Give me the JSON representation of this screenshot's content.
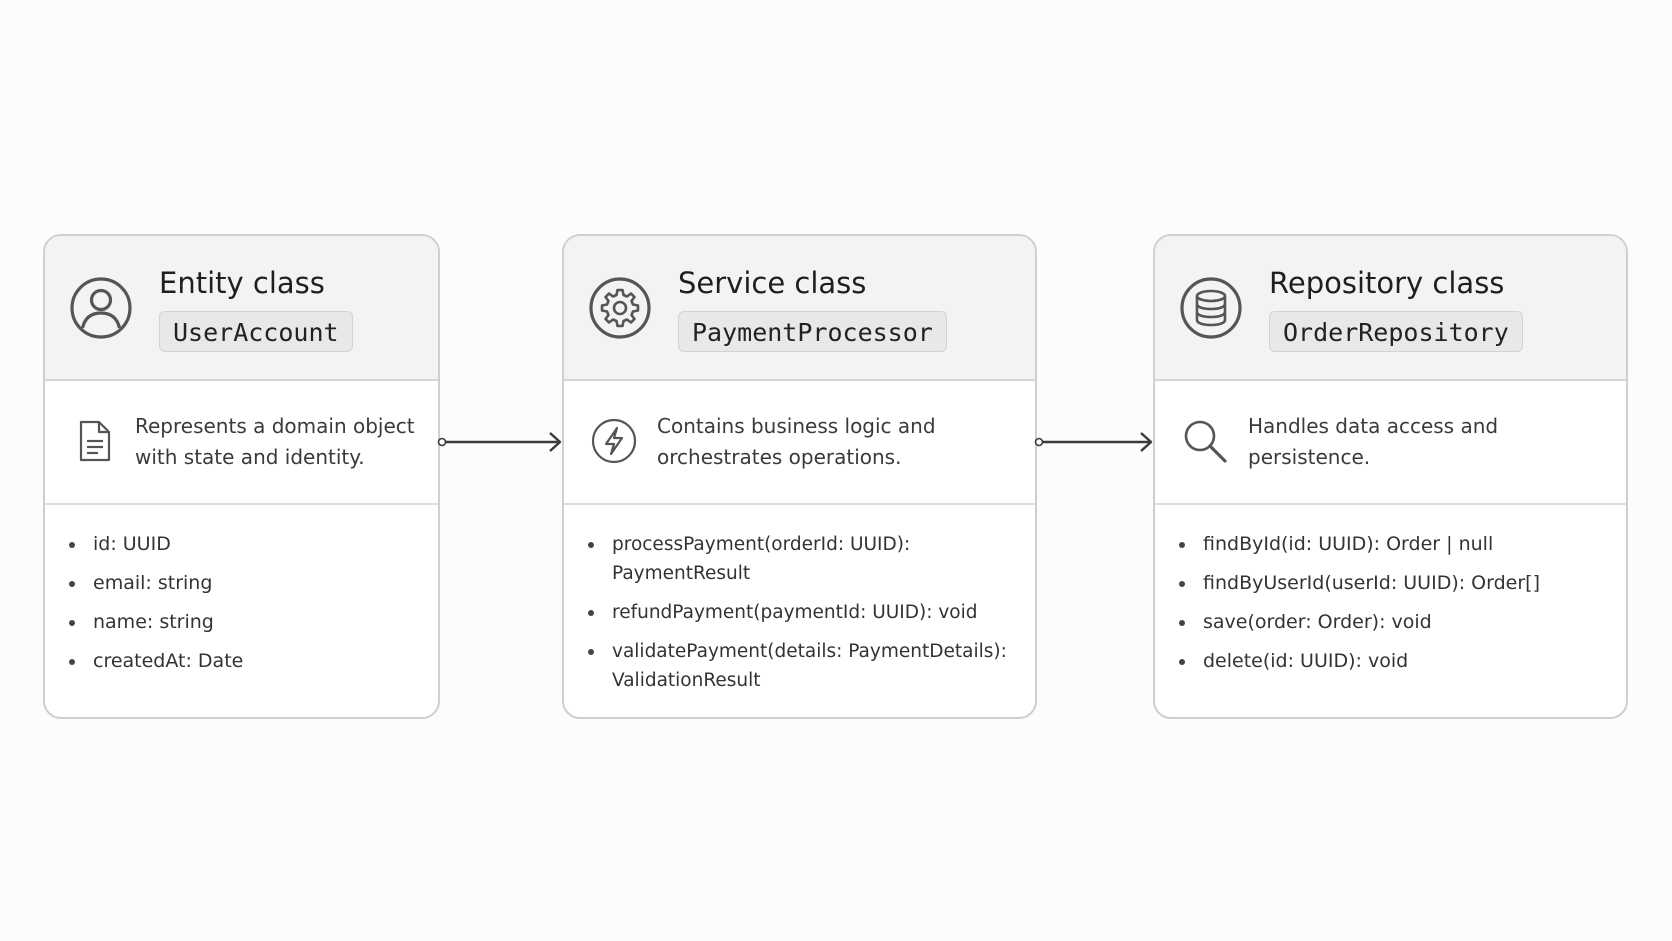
{
  "cards": [
    {
      "title": "Entity class",
      "class_name": "UserAccount",
      "header_icon": "user-icon",
      "description_icon": "document-icon",
      "description": "Represents a domain object with state and identity.",
      "members": [
        "id: UUID",
        "email: string",
        "name: string",
        "createdAt: Date"
      ]
    },
    {
      "title": "Service class",
      "class_name": "PaymentProcessor",
      "header_icon": "gear-icon",
      "description_icon": "lightning-icon",
      "description": "Contains business logic and orchestrates operations.",
      "members": [
        "processPayment(orderId: UUID): PaymentResult",
        "refundPayment(paymentId: UUID): void",
        "validatePayment(details: PaymentDetails): ValidationResult"
      ]
    },
    {
      "title": "Repository class",
      "class_name": "OrderRepository",
      "header_icon": "database-icon",
      "description_icon": "search-icon",
      "description": "Handles data access and persistence.",
      "members": [
        "findById(id: UUID): Order | null",
        "findByUserId(userId: UUID): Order[]",
        "save(order: Order): void",
        "delete(id: UUID): void"
      ]
    }
  ],
  "colors": {
    "border": "#cfcfcf",
    "header_background": "#f3f3f3",
    "icon_stroke": "#555555",
    "arrow": "#3a3a3a"
  }
}
